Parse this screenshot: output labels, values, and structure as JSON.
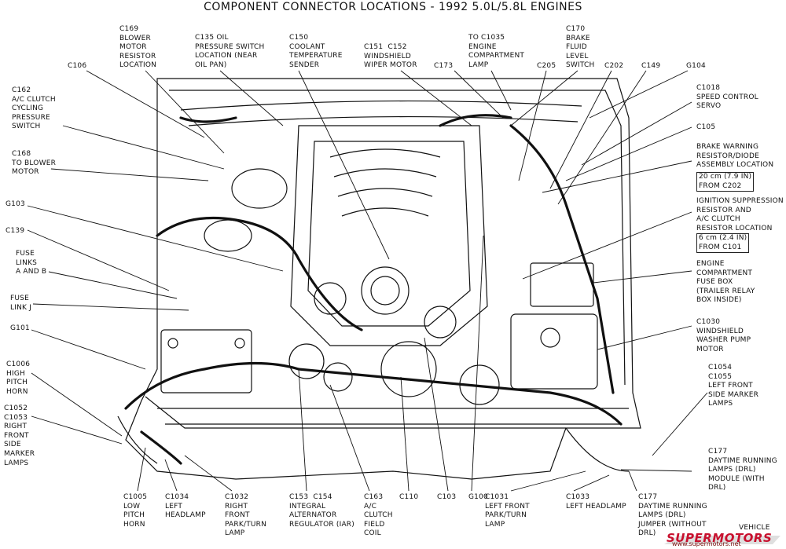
{
  "title": "COMPONENT CONNECTOR LOCATIONS - 1992 5.0L/5.8L ENGINES",
  "labels": {
    "c169": "C169\nBLOWER\nMOTOR\nRESISTOR\nLOCATION",
    "c135": "C135 OIL\nPRESSURE SWITCH\nLOCATION (NEAR\nOIL PAN)",
    "c150": "C150\nCOOLANT\nTEMPERATURE\nSENDER",
    "c151": "C151  C152\nWINDSHIELD\nWIPER MOTOR",
    "c1035": "TO C1035\nENGINE\nCOMPARTMENT\nLAMP",
    "c170": "C170\nBRAKE\nFLUID\nLEVEL\nSWITCH",
    "c106": "C106",
    "c173": "C173",
    "c205": "C205",
    "c202": "C202",
    "c149": "C149",
    "g104": "G104",
    "c162": "C162\nA/C CLUTCH\nCYCLING\nPRESSURE\nSWITCH",
    "c168": "C168\nTO BLOWER\nMOTOR",
    "g103": "G103",
    "c139": "C139",
    "fuselinks": "FUSE\nLINKS\nA AND B",
    "fuselinkj": "FUSE\nLINK J",
    "g101": "G101",
    "c1006": "C1006\nHIGH\nPITCH\nHORN",
    "c1052": "C1052\nC1053\nRIGHT\nFRONT\nSIDE\nMARKER\nLAMPS",
    "c1018": "C1018\nSPEED CONTROL\nSERVO",
    "c105": "C105",
    "brakewarning": "BRAKE WARNING\nRESISTOR/DIODE\nASSEMBLY LOCATION",
    "brakewarning_box": "20 cm (7.9 IN)\nFROM C202",
    "ignition": "IGNITION SUPPRESSION\nRESISTOR AND\nA/C CLUTCH\nRESISTOR LOCATION",
    "ignition_box": "6 cm (2.4 IN)\nFROM C101",
    "fusebox": "ENGINE\nCOMPARTMENT\nFUSE BOX\n(TRAILER RELAY\nBOX INSIDE)",
    "c1030": "C1030\nWINDSHIELD\nWASHER PUMP\nMOTOR",
    "c1054": "C1054\nC1055\nLEFT FRONT\nSIDE MARKER\nLAMPS",
    "c177": "C177\nDAYTIME RUNNING\nLAMPS (DRL)\nMODULE (WITH\nDRL)",
    "c1005": "C1005\nLOW\nPITCH\nHORN",
    "c1034": "C1034\nLEFT\nHEADLAMP",
    "c1032": "C1032\nRIGHT\nFRONT\nPARK/TURN\nLAMP",
    "c153": "C153  C154\nINTEGRAL\nALTERNATOR\nREGULATOR (IAR)",
    "c163": "C163\nA/C\nCLUTCH\nFIELD\nCOIL",
    "c110": "C110",
    "c103": "C103",
    "g100": "G100",
    "c1031": "C1031\nLEFT FRONT\nPARK/TURN\nLAMP",
    "c1033": "C1033\nLEFT HEADLAMP",
    "c177b": "C177\nDAYTIME RUNNING\nLAMPS (DRL)\nJUMPER (WITHOUT\nDRL)",
    "vehicle": "VEHICLE"
  },
  "logo": {
    "name": "SUPERMOTORS",
    "url": "www.supermotors.net",
    "color": "#c8102e"
  }
}
